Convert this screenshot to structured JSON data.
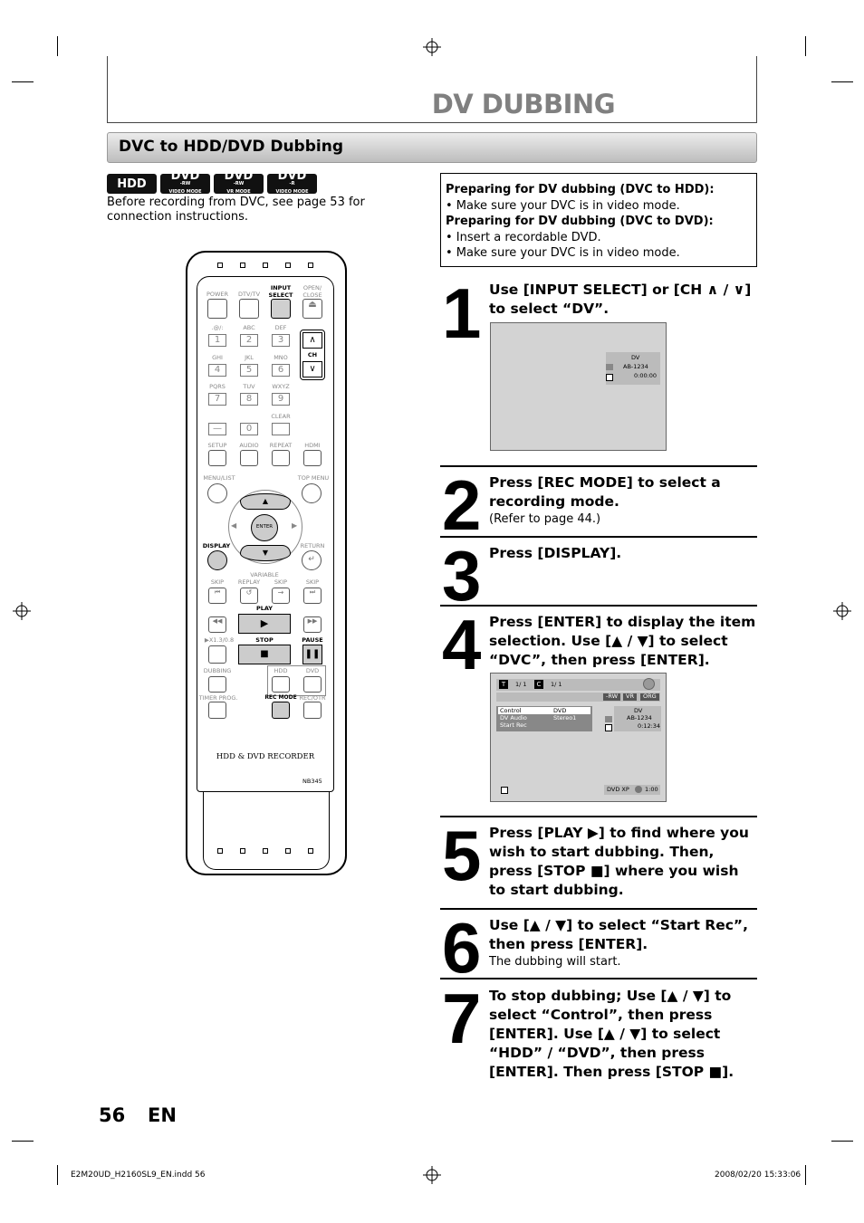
{
  "header": {
    "page_title": "DV DUBBING"
  },
  "section": {
    "title": "DVC to HDD/DVD Dubbing"
  },
  "badges": [
    "HDD",
    "DVD",
    "DVD",
    "DVD"
  ],
  "badge_subs": [
    "-RW",
    "VIDEO MODE",
    "-RW",
    "VR MODE",
    "-R",
    "VIDEO MODE"
  ],
  "intro": "Before recording from DVC, see page 53 for connection instructions.",
  "preparation": {
    "hdd_heading": "Preparing for DV dubbing (DVC to HDD):",
    "hdd_item": "• Make sure your DVC is in video mode.",
    "dvd_heading": "Preparing for DV dubbing (DVC to DVD):",
    "dvd_item1": "• Insert a recordable DVD.",
    "dvd_item2": "• Make sure your DVC is in video mode."
  },
  "steps": [
    {
      "num": "1",
      "text": "Use [INPUT SELECT] or [CH ∧ / ∨] to select “DV”.",
      "sub": ""
    },
    {
      "num": "2",
      "text": "Press [REC MODE] to select a recording mode.",
      "sub": "(Refer to page 44.)"
    },
    {
      "num": "3",
      "text": "Press [DISPLAY].",
      "sub": ""
    },
    {
      "num": "4",
      "text": "Press [ENTER] to display the item selection. Use [▲ / ▼] to select “DVC”, then press [ENTER].",
      "sub": ""
    },
    {
      "num": "5",
      "text": "Press [PLAY ▶] to find where you wish to start dubbing. Then, press [STOP ■] where you wish to start dubbing.",
      "sub": ""
    },
    {
      "num": "6",
      "text": "Use [▲ / ▼] to select “Start Rec”, then press [ENTER].",
      "sub": "The dubbing will start."
    },
    {
      "num": "7",
      "text": "To stop dubbing; Use [▲ / ▼] to select “Control”, then press [ENTER]. Use [▲ / ▼] to select “HDD” / “DVD”, then press [ENTER]. Then press [STOP ■].",
      "sub": ""
    }
  ],
  "osd1": {
    "line1": "DV",
    "line2": "AB-1234",
    "line3": "0:00:00"
  },
  "osd2": {
    "track": "1/  1",
    "chapter": "1/  1",
    "tags": [
      "-RW",
      "VR",
      "ORG"
    ],
    "menu": [
      [
        "Control",
        "DVD"
      ],
      [
        "DV Audio",
        "Stereo1"
      ],
      [
        "Start Rec",
        ""
      ]
    ],
    "info1": "DV",
    "info2": "AB-1234",
    "info3": "0:12:34",
    "mode": "DVD XP",
    "time": "1:00"
  },
  "remote": {
    "labels": [
      "POWER",
      "DTV/TV",
      "INPUT SELECT",
      "OPEN/ CLOSE",
      ".@/:",
      "ABC",
      "DEF",
      "GHI",
      "JKL",
      "MNO",
      "PQRS",
      "TUV",
      "WXYZ",
      "CLEAR",
      "SETUP",
      "AUDIO",
      "REPEAT",
      "HDMI",
      "MENU/LIST",
      "TOP MENU",
      "DISPLAY",
      "RETURN",
      "VARIABLE",
      "SKIP",
      "REPLAY",
      "SKIP",
      "SKIP",
      "PLAY",
      "STOP",
      "PAUSE",
      "▶X1.3/0.8",
      "DUBBING",
      "HDD",
      "DVD",
      "TIMER PROG.",
      "REC MODE",
      "REC/OTR",
      "CH",
      "ENTER"
    ],
    "digits": [
      "1",
      "2",
      "3",
      "4",
      "5",
      "6",
      "7",
      "8",
      "9",
      "—",
      "0"
    ],
    "brand": "HDD & DVD RECORDER",
    "model": "NB345"
  },
  "page_number": {
    "num": "56",
    "lang": "EN"
  },
  "footer": {
    "file": "E2M20UD_H2160SL9_EN.indd   56",
    "date": "2008/02/20   15:33:06"
  }
}
